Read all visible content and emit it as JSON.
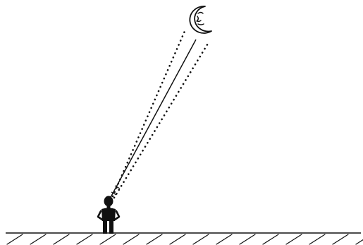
{
  "diagram": {
    "elements": [
      "moon-icon",
      "observer-figure",
      "ground",
      "sight-line",
      "dotted-boundary-left",
      "dotted-boundary-right"
    ]
  },
  "colors": {
    "ink": "#111111",
    "background": "#ffffff"
  }
}
